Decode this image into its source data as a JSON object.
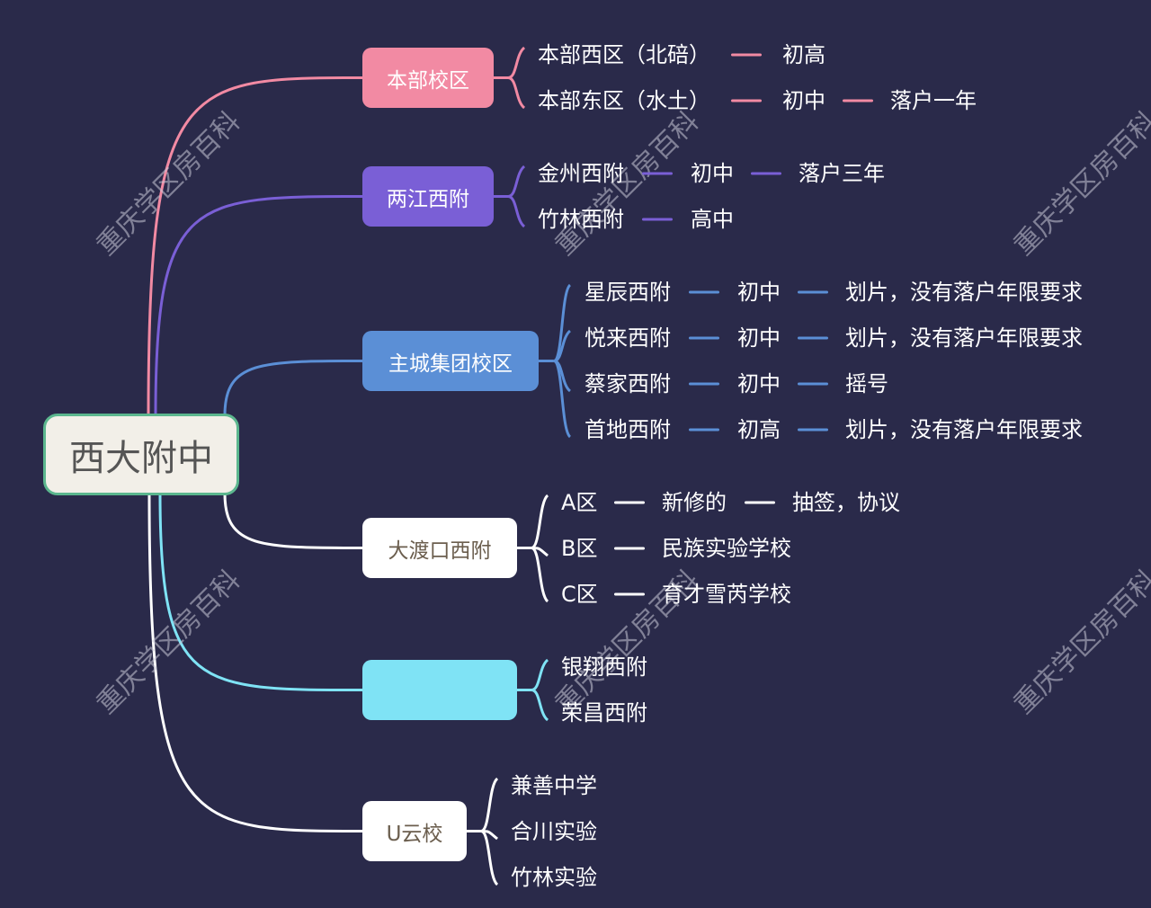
{
  "root": {
    "label": "西大附中",
    "border_color": "#5bb68e",
    "fill_color": "#f2efe8"
  },
  "watermark_text": "重庆学区房百科",
  "branches": [
    {
      "id": "benbu",
      "label": "本部校区",
      "color": "#f28aa3",
      "text_color": "#ffffff",
      "children": [
        {
          "items": [
            "本部西区（北碚）",
            "初高"
          ]
        },
        {
          "items": [
            "本部东区（水土）",
            "初中",
            "落户一年"
          ]
        }
      ]
    },
    {
      "id": "liangjiang",
      "label": "两江西附",
      "color": "#7a5fd6",
      "text_color": "#ffffff",
      "children": [
        {
          "items": [
            "金州西附",
            "初中",
            "落户三年"
          ]
        },
        {
          "items": [
            "竹林西附",
            "高中"
          ]
        }
      ]
    },
    {
      "id": "zhucheng",
      "label": "主城集团校区",
      "color": "#5b8fd6",
      "text_color": "#ffffff",
      "children": [
        {
          "items": [
            "星辰西附",
            "初中",
            "划片，没有落户年限要求"
          ]
        },
        {
          "items": [
            "悦来西附",
            "初中",
            "划片，没有落户年限要求"
          ]
        },
        {
          "items": [
            "蔡家西附",
            "初中",
            "摇号"
          ]
        },
        {
          "items": [
            "首地西附",
            "初高",
            "划片，没有落户年限要求"
          ]
        }
      ]
    },
    {
      "id": "dadukou",
      "label": "大渡口西附",
      "color": "#ffffff",
      "text_color": "#6b5e4e",
      "children": [
        {
          "items": [
            "A区",
            "新修的",
            "抽签，协议"
          ]
        },
        {
          "items": [
            "B区",
            "民族实验学校"
          ]
        },
        {
          "items": [
            "C区",
            "育才雪芮学校"
          ]
        }
      ]
    },
    {
      "id": "obscured",
      "label": "",
      "color": "#7fe3f5",
      "text_color": "#ffffff",
      "children": [
        {
          "items": [
            "银翔西附"
          ]
        },
        {
          "items": [
            "荣昌西附"
          ]
        }
      ]
    },
    {
      "id": "uyun",
      "label": "U云校",
      "color": "#ffffff",
      "text_color": "#6b5e4e",
      "children": [
        {
          "items": [
            "兼善中学"
          ]
        },
        {
          "items": [
            "合川实验"
          ]
        },
        {
          "items": [
            "竹林实验"
          ]
        }
      ]
    }
  ]
}
